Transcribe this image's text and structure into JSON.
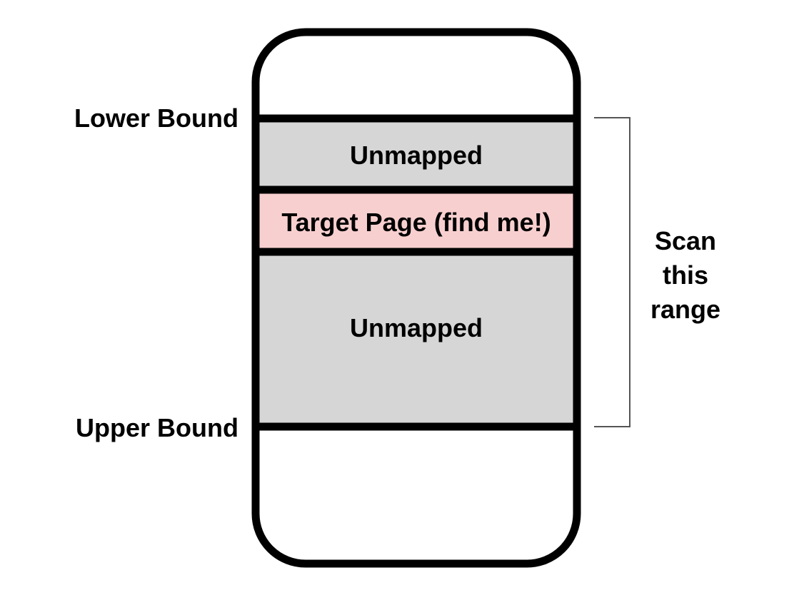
{
  "labels": {
    "lower_bound": "Lower Bound",
    "upper_bound": "Upper Bound",
    "scan_range": [
      "Scan",
      "this",
      "range"
    ]
  },
  "regions": [
    {
      "label": "Unmapped",
      "kind": "unmapped",
      "fill": "#d6d6d6"
    },
    {
      "label": "Target Page (find me!)",
      "kind": "target",
      "fill": "#f8cfcf"
    },
    {
      "label": "Unmapped",
      "kind": "unmapped",
      "fill": "#d6d6d6"
    }
  ],
  "colors": {
    "outline": "#000000",
    "bracket": "#555555",
    "background": "#ffffff"
  }
}
